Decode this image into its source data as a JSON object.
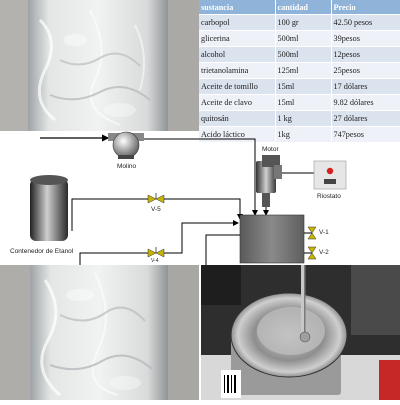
{
  "table": {
    "headers": [
      "sustancia",
      "cantidad",
      "Precio"
    ],
    "rows": [
      [
        "carbopol",
        "100 gr",
        "42.50 pesos"
      ],
      [
        "glicerina",
        "500ml",
        "39pesos"
      ],
      [
        "alcohol",
        "500ml",
        "12pesos"
      ],
      [
        "trietanolamina",
        "125ml",
        "25pesos"
      ],
      [
        "Aceite de tomillo",
        "15ml",
        "17 dólares"
      ],
      [
        "Aceite de clavo",
        "15ml",
        "9.82 dólares"
      ],
      [
        "quitosán",
        "1 kg",
        "27 dólares"
      ],
      [
        "Acido láctico",
        "1kg",
        "747pesos"
      ]
    ]
  },
  "diagram": {
    "molino": "Molino",
    "motor": "Motor",
    "riostato": "Riostato",
    "contenedor": "Contenedor de Etanol",
    "v5": "V-5",
    "v1": "V-1",
    "v2": "V-2",
    "v4": "V-4"
  },
  "photos": {
    "top_left": "glass jar with clear gel",
    "bottom_left": "glass jar with clear gel",
    "bottom_right": "stainless steel bowl with mixer shaft"
  },
  "colors": {
    "table_header": "#8fb3d9",
    "table_row_odd": "#dbe3ef",
    "table_row_even": "#eef2f8",
    "reactor": "#6b6b6b",
    "riostato_light": "#d62020"
  }
}
